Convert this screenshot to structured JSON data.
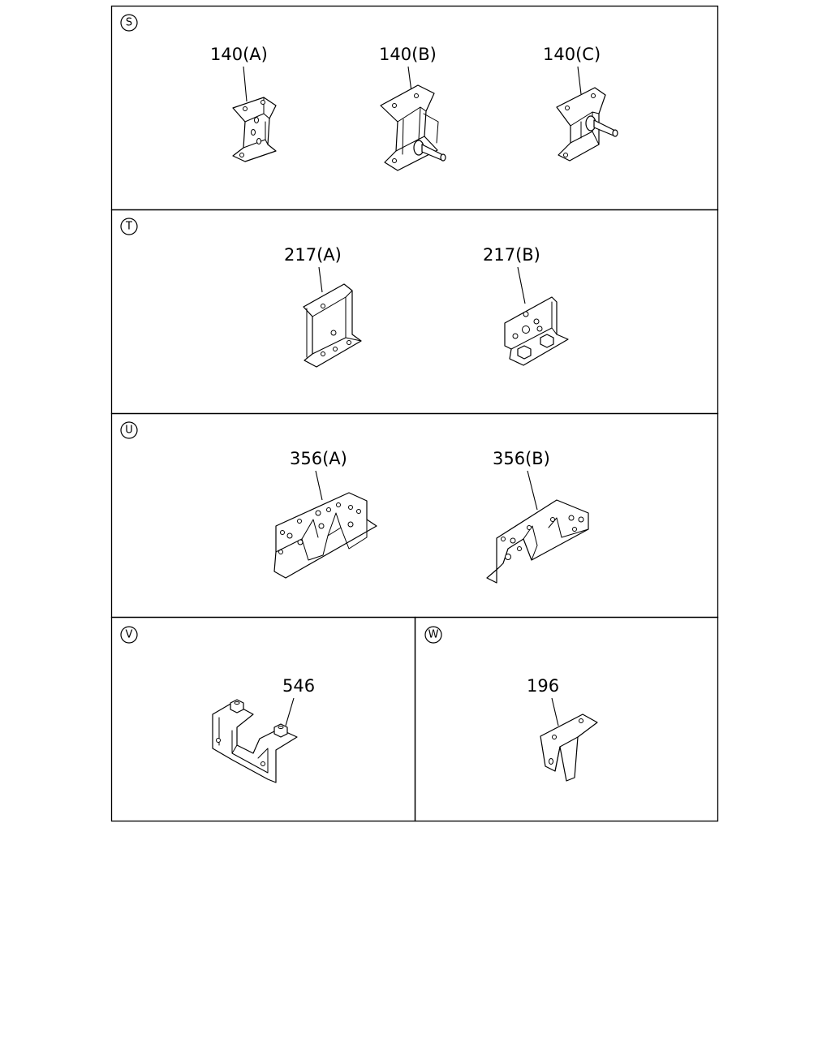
{
  "sections": [
    {
      "id": "S",
      "marker": "S",
      "parts": [
        {
          "label": "140(A)"
        },
        {
          "label": "140(B)"
        },
        {
          "label": "140(C)"
        }
      ]
    },
    {
      "id": "T",
      "marker": "T",
      "parts": [
        {
          "label": "217(A)"
        },
        {
          "label": "217(B)"
        }
      ]
    },
    {
      "id": "U",
      "marker": "U",
      "parts": [
        {
          "label": "356(A)"
        },
        {
          "label": "356(B)"
        }
      ]
    },
    {
      "id": "V",
      "marker": "V",
      "parts": [
        {
          "label": "546"
        }
      ]
    },
    {
      "id": "W",
      "marker": "W",
      "parts": [
        {
          "label": "196"
        }
      ]
    }
  ]
}
